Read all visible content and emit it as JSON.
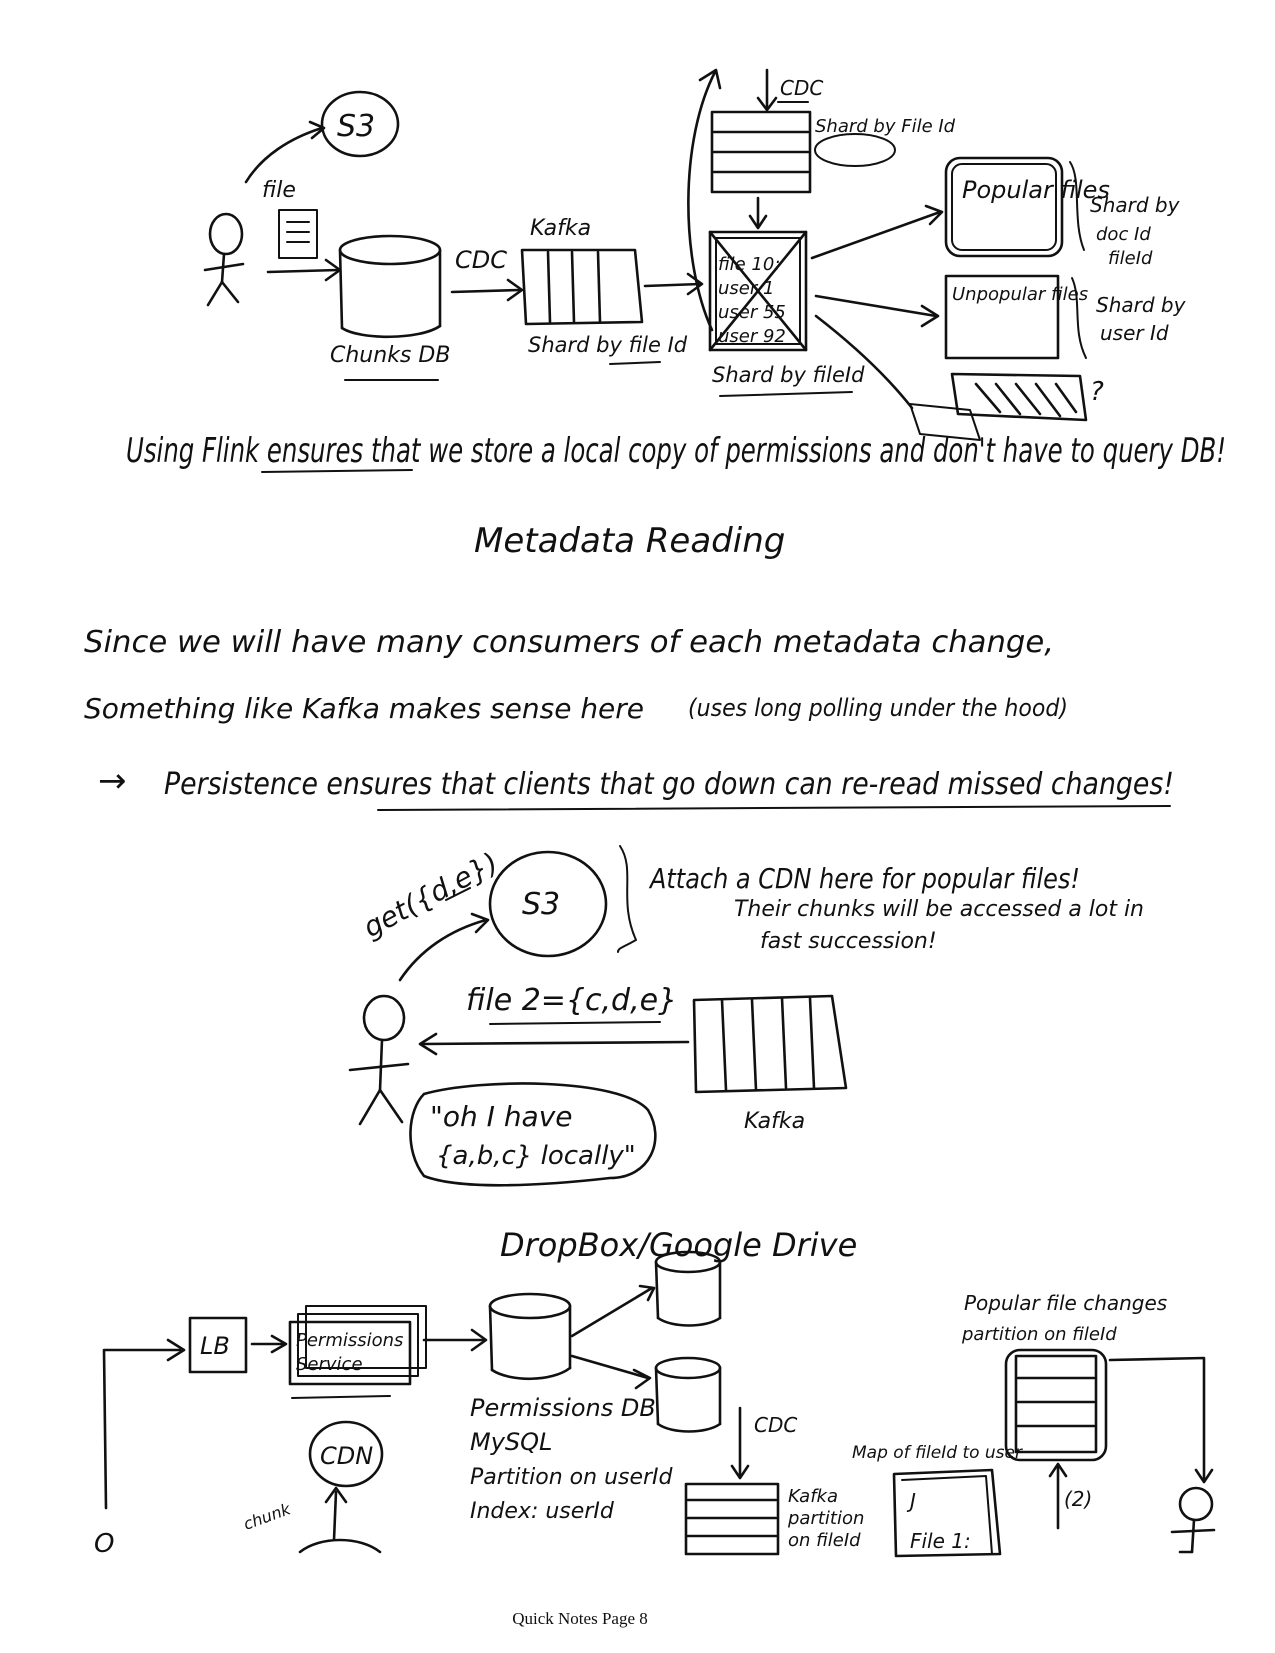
{
  "top_diagram": {
    "cdc_top": "CDC",
    "shard_by_file_id_top": "Shard by File Id",
    "s3": "S3",
    "file": "file",
    "kafka": "Kafka",
    "cdc": "CDC",
    "chunks_db": "Chunks DB",
    "shard_by_file_id_kafka": "Shard by file Id",
    "flink_rows": [
      "file 10:",
      "user 1",
      "user 55",
      "user 92"
    ],
    "shard_by_file_id_flink": "Shard by fileId",
    "popular_files": "Popular files",
    "shard_popular": [
      "Shard by",
      "doc Id",
      "fileId"
    ],
    "unpopular_files": "Unpopular files",
    "shard_unpopular": [
      "Shard by",
      "user Id"
    ],
    "question_mark": "?"
  },
  "notes": {
    "flink_note": "Using Flink ensures that we store a local copy of permissions and don't have to query DB!",
    "section_title": "Metadata Reading",
    "para_line1": "Since we will have many consumers of each metadata change,",
    "para_line2": "Something like Kafka makes sense here",
    "para_line2_paren": "(uses long polling under the hood)",
    "arrow_glyph": "→",
    "persistence": "Persistence ensures that clients that go down can re-read missed changes!"
  },
  "mid_diagram": {
    "get": "get({d,e})",
    "s3": "S3",
    "cdn_note": [
      "Attach a CDN here for popular files!",
      "Their chunks will be accessed a lot in",
      "fast succession!"
    ],
    "file2": "file 2={c,d,e}",
    "kafka": "Kafka",
    "bubble": [
      "\"oh I have",
      "{a,b,c} locally\""
    ]
  },
  "bottom_diagram": {
    "title": "DropBox/Google Drive",
    "lb": "LB",
    "permissions_service": [
      "Permissions",
      "Service"
    ],
    "cdn": "CDN",
    "popular_file_changes": [
      "Popular file changes",
      "partition on fileId"
    ],
    "cdc": "CDC",
    "permissions_db": [
      "Permissions DB",
      "MySQL",
      "Partition on userId",
      "Index: userId"
    ],
    "map_label": "Map of fileId to user",
    "kafka_partition": [
      "Kafka",
      "partition",
      "on fileId"
    ],
    "map_rows": [
      "J",
      "File 1:"
    ],
    "step": "(2)",
    "chunk": "chunk",
    "partial_glyph": "O"
  },
  "footer": "Quick Notes Page 8"
}
